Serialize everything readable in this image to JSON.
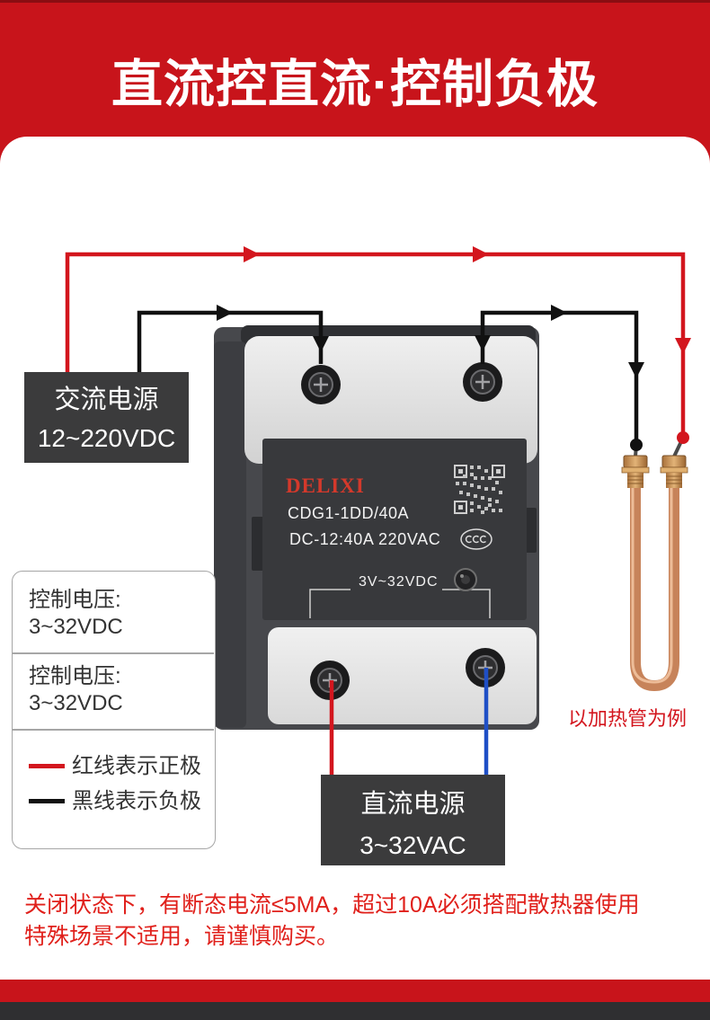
{
  "header": {
    "title": "直流控直流·控制负极"
  },
  "ac_power": {
    "label": "交流电源",
    "voltage": "12~220VDC"
  },
  "relay": {
    "brand": "DELIXI",
    "model": "CDG1-1DD/40A",
    "rating": "DC-12:40A 220VAC",
    "control_range": "3V~32VDC",
    "icons": [
      "qr-code-icon",
      "ccc-mark-icon",
      "indicator-led-icon",
      "screw-terminal-icon"
    ]
  },
  "legend": {
    "specs": [
      {
        "label": "控制电压:",
        "value": "3~32VDC"
      },
      {
        "label": "控制电压:",
        "value": "3~32VDC"
      }
    ],
    "wire_keys": [
      {
        "label": "红线表示正极",
        "color": "#d3161e"
      },
      {
        "label": "黑线表示负极",
        "color": "#111111"
      }
    ]
  },
  "dc_power": {
    "label": "直流电源",
    "voltage": "3~32VAC"
  },
  "load": {
    "caption": "以加热管为例",
    "icon": "heating-tube-icon"
  },
  "notice": {
    "lines": [
      "关闭状态下，有断态电流≤5MA，超过10A必须搭配散热器使用",
      "特殊场景不适用，请谨慎购买。"
    ]
  },
  "colors": {
    "brand_red": "#c8141b",
    "positive_wire": "#d3161e",
    "negative_wire": "#111111",
    "blue_wire": "#1f4fc6",
    "power_box": "#3b3b3c",
    "notice_text": "#e0201b"
  }
}
